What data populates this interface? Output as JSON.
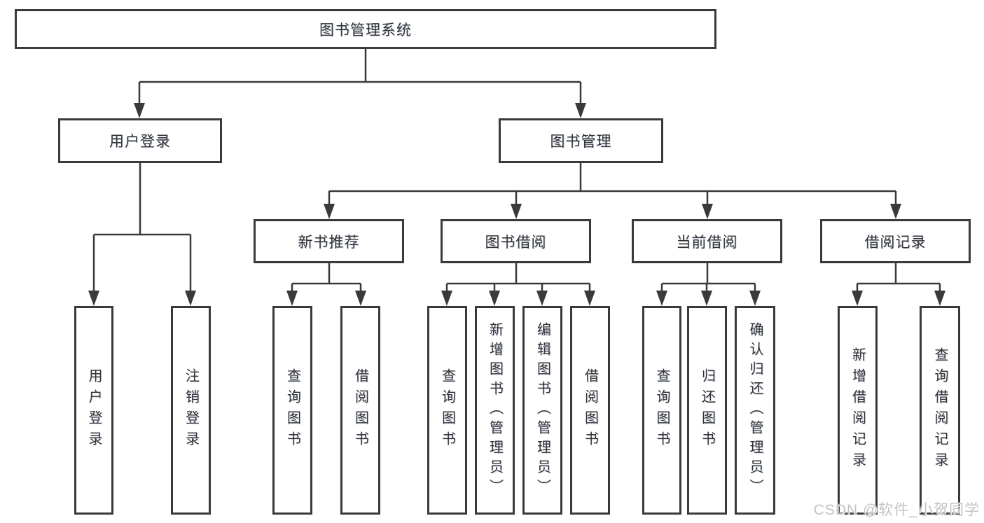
{
  "diagram_type": "hierarchy-tree",
  "colors": {
    "line": "#3a3a3a",
    "box_border": "#3a3a3a",
    "box_fill": "#ffffff",
    "text": "#333333",
    "watermark_text_color": "#c3c3c3",
    "background": "#ffffff"
  },
  "tree": {
    "root": {
      "label": "图书管理系统",
      "children": [
        {
          "label": "用户登录",
          "children": [
            {
              "label": "用户登录"
            },
            {
              "label": "注销登录"
            }
          ]
        },
        {
          "label": "图书管理",
          "children": [
            {
              "label": "新书推荐",
              "children": [
                {
                  "label": "查询图书"
                },
                {
                  "label": "借阅图书"
                }
              ]
            },
            {
              "label": "图书借阅",
              "children": [
                {
                  "label": "查询图书"
                },
                {
                  "label": "新增图书（管理员）"
                },
                {
                  "label": "编辑图书（管理员）"
                },
                {
                  "label": "借阅图书"
                }
              ]
            },
            {
              "label": "当前借阅",
              "children": [
                {
                  "label": "查询图书"
                },
                {
                  "label": "归还图书"
                },
                {
                  "label": "确认归还（管理员）"
                }
              ]
            },
            {
              "label": "借阅记录",
              "children": [
                {
                  "label": "新增借阅记录"
                },
                {
                  "label": "查询借阅记录"
                }
              ]
            }
          ]
        }
      ]
    }
  },
  "watermark": {
    "text": "CSDN @软件_小贺同学"
  }
}
